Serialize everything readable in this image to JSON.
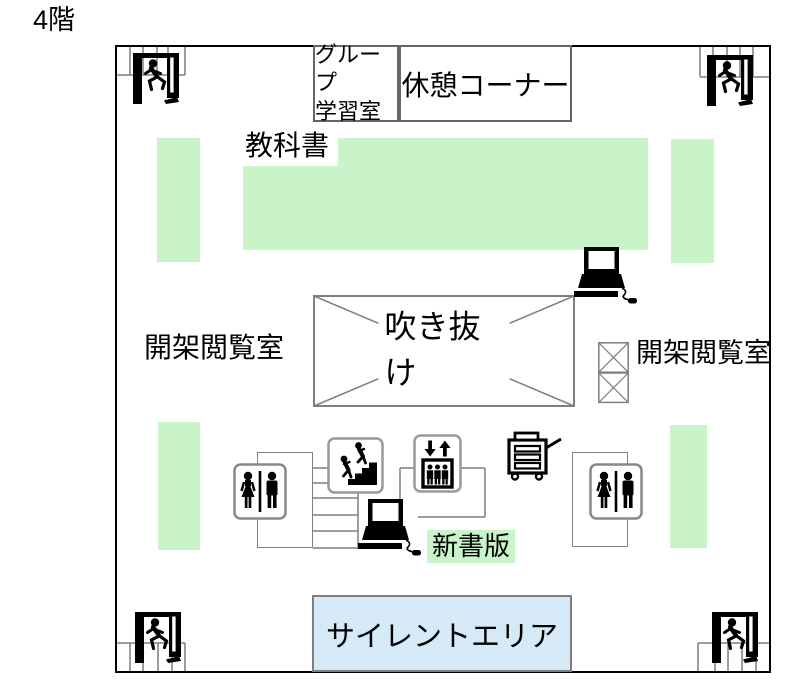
{
  "title": "4階",
  "labels": {
    "group_study_1": "グループ",
    "group_study_2": "学習室",
    "rest_corner": "休憩コーナー",
    "textbooks": "教科書",
    "open_stacks_left": "開架閲覧室",
    "open_stacks_right": "開架閲覧室",
    "atrium": "吹き抜け",
    "new_books": "新書版",
    "silent_area": "サイレントエリア"
  },
  "colors": {
    "shelf_green": "#c9f3c9",
    "silent_blue": "#d6e9f7",
    "wall": "#000000",
    "line": "#7f7f7f"
  },
  "icons": {
    "emergency_exit": "emergency-exit-icon",
    "restroom": "restroom-icon",
    "stairs": "stairs-icon",
    "elevator": "elevator-icon",
    "book_cart": "book-cart-icon",
    "computer": "computer-workstation-icon",
    "shaft": "crossed-shaft-icon"
  }
}
